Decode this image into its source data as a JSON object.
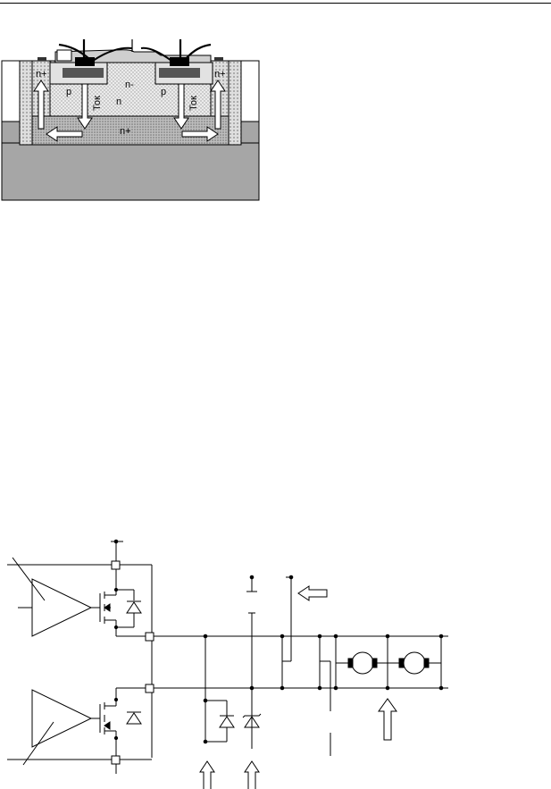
{
  "cross_section": {
    "labels": {
      "n_plus_left": "n+",
      "n_plus_right": "n+",
      "n_minus": "n-",
      "p_left": "p",
      "p_right": "p",
      "n_mid": "n",
      "n_plus_bottom": "n+",
      "current_left": "Ток",
      "current_right": "Ток"
    },
    "colors": {
      "substrate": "#a6a6a6",
      "sinker": "#d6d6d6",
      "buried_layer": "#9e9e9e",
      "epi": "#ededed",
      "p_well": "#e6e6e6",
      "electrode": "#555555",
      "contact": "#000000",
      "oxide": "#cfcfcf"
    }
  },
  "circuit": {
    "icons": [
      "amplifier-icon",
      "mosfet-icon",
      "diode-icon",
      "zener-diode-icon",
      "motor-icon",
      "battery-icon",
      "arrow-icon"
    ]
  }
}
